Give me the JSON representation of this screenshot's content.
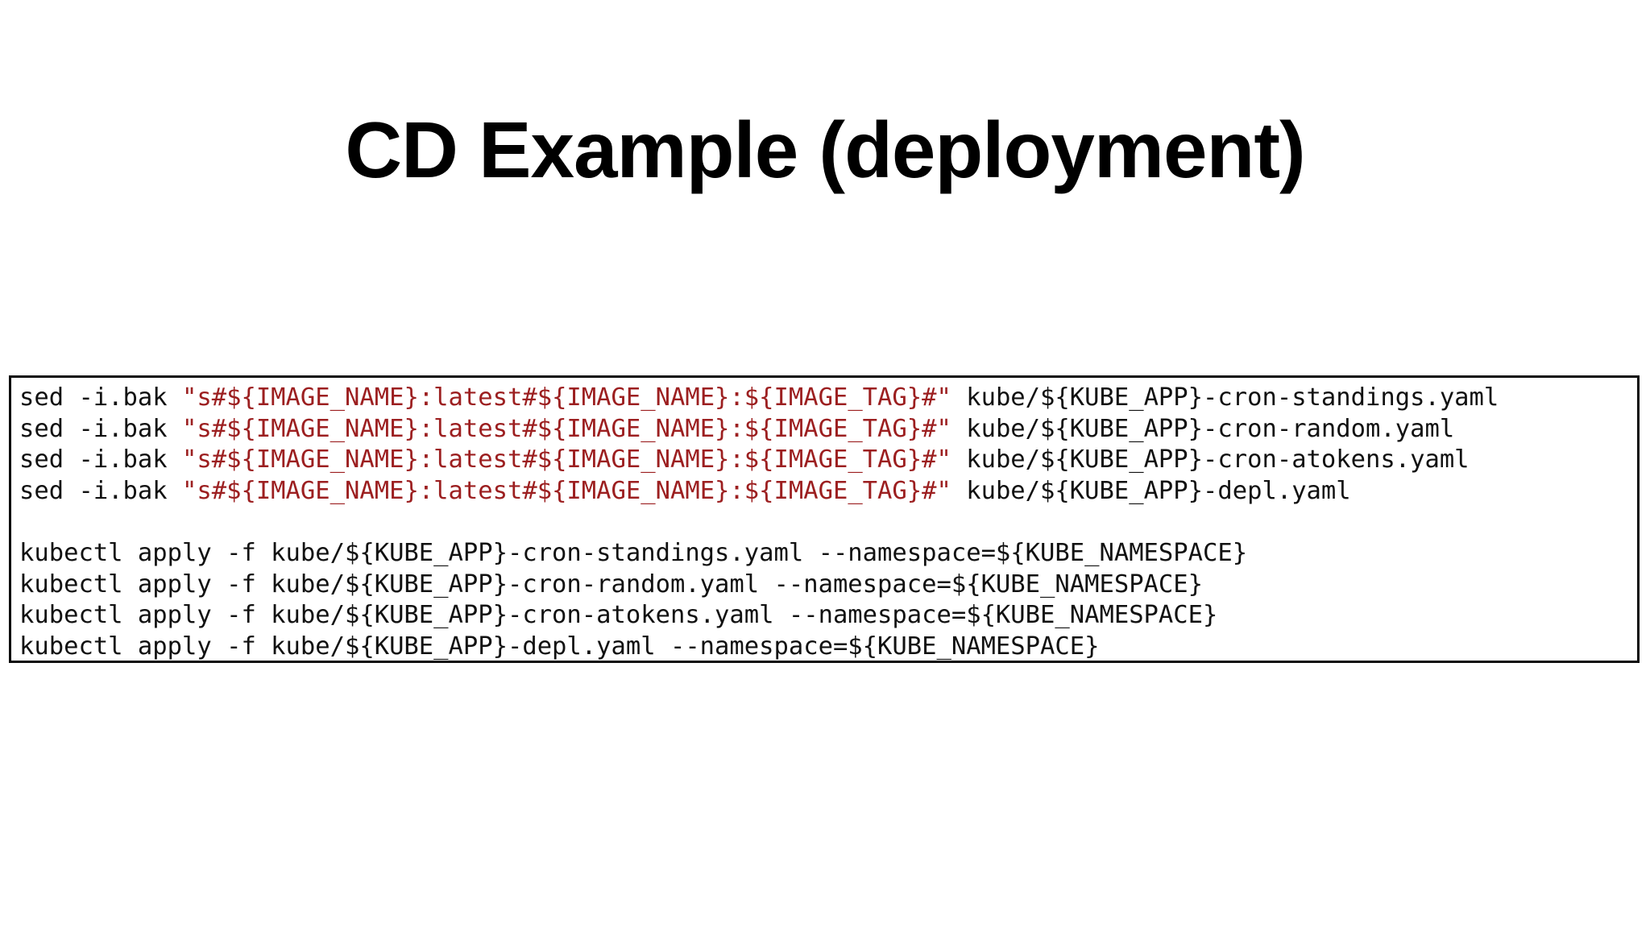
{
  "slide": {
    "title": "CD Example (deployment)",
    "background_color": "#ffffff"
  },
  "colors": {
    "text": "#111111",
    "string_red": "#9c1f20",
    "border": "#0b0b0b"
  },
  "code_block": {
    "language": "shell",
    "border_color": "#0b0b0b",
    "lines": [
      {
        "index": 0,
        "segments": [
          {
            "text": "sed -i.bak ",
            "style": "plain"
          },
          {
            "text": "\"s#${IMAGE_NAME}:latest#${IMAGE_NAME}:${IMAGE_TAG}#\"",
            "style": "string"
          },
          {
            "text": " kube/${KUBE_APP}-cron-standings.yaml",
            "style": "plain"
          }
        ]
      },
      {
        "index": 1,
        "segments": [
          {
            "text": "sed -i.bak ",
            "style": "plain"
          },
          {
            "text": "\"s#${IMAGE_NAME}:latest#${IMAGE_NAME}:${IMAGE_TAG}#\"",
            "style": "string"
          },
          {
            "text": " kube/${KUBE_APP}-cron-random.yaml",
            "style": "plain"
          }
        ]
      },
      {
        "index": 2,
        "segments": [
          {
            "text": "sed -i.bak ",
            "style": "plain"
          },
          {
            "text": "\"s#${IMAGE_NAME}:latest#${IMAGE_NAME}:${IMAGE_TAG}#\"",
            "style": "string"
          },
          {
            "text": " kube/${KUBE_APP}-cron-atokens.yaml",
            "style": "plain"
          }
        ]
      },
      {
        "index": 3,
        "segments": [
          {
            "text": "sed -i.bak ",
            "style": "plain"
          },
          {
            "text": "\"s#${IMAGE_NAME}:latest#${IMAGE_NAME}:${IMAGE_TAG}#\"",
            "style": "string"
          },
          {
            "text": " kube/${KUBE_APP}-depl.yaml",
            "style": "plain"
          }
        ]
      },
      {
        "index": 4,
        "segments": []
      },
      {
        "index": 5,
        "segments": [
          {
            "text": "kubectl apply -f kube/${KUBE_APP}-cron-standings.yaml --namespace=${KUBE_NAMESPACE}",
            "style": "plain"
          }
        ]
      },
      {
        "index": 6,
        "segments": [
          {
            "text": "kubectl apply -f kube/${KUBE_APP}-cron-random.yaml --namespace=${KUBE_NAMESPACE}",
            "style": "plain"
          }
        ]
      },
      {
        "index": 7,
        "segments": [
          {
            "text": "kubectl apply -f kube/${KUBE_APP}-cron-atokens.yaml --namespace=${KUBE_NAMESPACE}",
            "style": "plain"
          }
        ]
      },
      {
        "index": 8,
        "segments": [
          {
            "text": "kubectl apply -f kube/${KUBE_APP}-depl.yaml --namespace=${KUBE_NAMESPACE}",
            "style": "plain"
          }
        ]
      }
    ]
  }
}
